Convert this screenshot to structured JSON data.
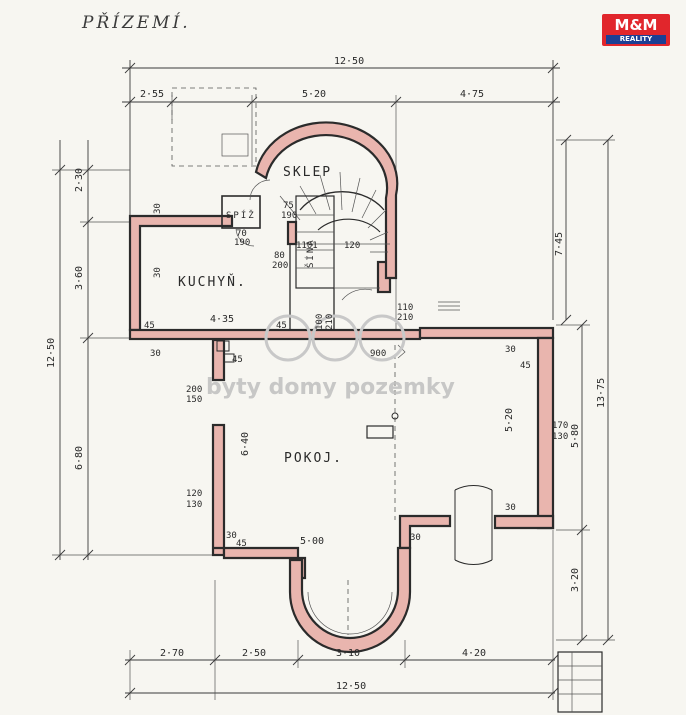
{
  "title": "PŘÍZEMÍ.",
  "logo": {
    "main": "M&M",
    "sub": "REALITY"
  },
  "watermark": "byty domy pozemky",
  "rooms": {
    "sklep": "SKLEP",
    "spiz": "SPÍŽ",
    "kuchyn": "KUCHYŇ.",
    "pokoj": "POKOJ.",
    "sina": "ŠÍNA"
  },
  "dimensions": {
    "top_total": "12·50",
    "top_a": "2·55",
    "top_b": "5·20",
    "top_c": "4·75",
    "bottom_total": "12·50",
    "bottom_a": "2·70",
    "bottom_b": "2·50",
    "bottom_c": "3·10",
    "bottom_d": "4·20",
    "left_total": "12·50",
    "left_a": "2·30",
    "left_b": "3·60",
    "left_c": "6·80",
    "right_a": "7·45",
    "right_total": "13·75",
    "right_b": "5·80",
    "right_c": "3·20",
    "kitchen_width": "4·35",
    "pokoj_width": "5·00",
    "pokoj_height": "6·40",
    "hall_height": "5·20",
    "w45a": "45",
    "w45b": "45",
    "w45c": "45",
    "w45d": "45",
    "w45e": "45",
    "w30a": "30",
    "w30b": "30",
    "w30c": "30",
    "w30d": "30",
    "w30e": "30",
    "w30f": "30",
    "w30g": "30",
    "d900": "900",
    "d110": "110",
    "d210": "210",
    "d120": "120",
    "d1101": "1101",
    "d200": "200",
    "d150": "150",
    "d120b": "120",
    "d130": "130",
    "d170": "170",
    "d130b": "130",
    "d80": "80",
    "d200b": "200",
    "d70": "70",
    "d190": "190",
    "d75": "75",
    "d190b": "190",
    "d100": "100",
    "d210b": "210"
  }
}
